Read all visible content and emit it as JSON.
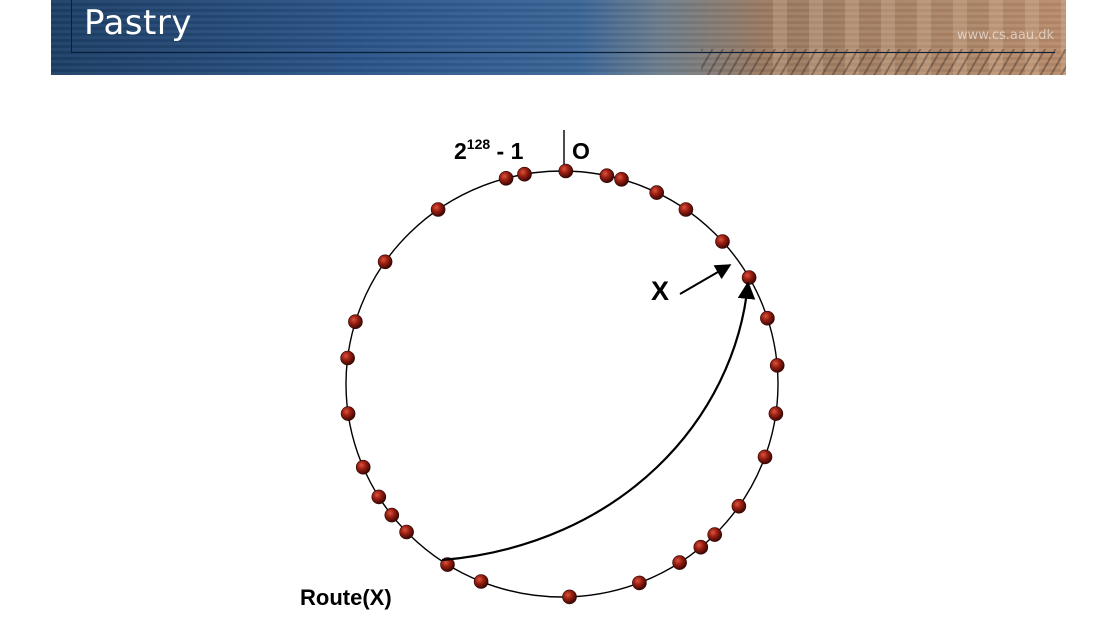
{
  "header": {
    "title": "Pastry",
    "watermark": "www.cs.aau.dk"
  },
  "diagram": {
    "top_label_base": "2",
    "top_label_exponent": "128",
    "top_label_suffix": " - 1",
    "top_label_zero": "O",
    "target_label": "X",
    "route_label": "Route(X)",
    "node_color": "#8b1a10",
    "ring_color": "#000000",
    "node_angles_deg": [
      1,
      12,
      16,
      26,
      35,
      48,
      60,
      72,
      85,
      98,
      110,
      125,
      135,
      140,
      147,
      159,
      178,
      202,
      212,
      226,
      232,
      238,
      247,
      262,
      277,
      287,
      305,
      325,
      345,
      350
    ]
  }
}
